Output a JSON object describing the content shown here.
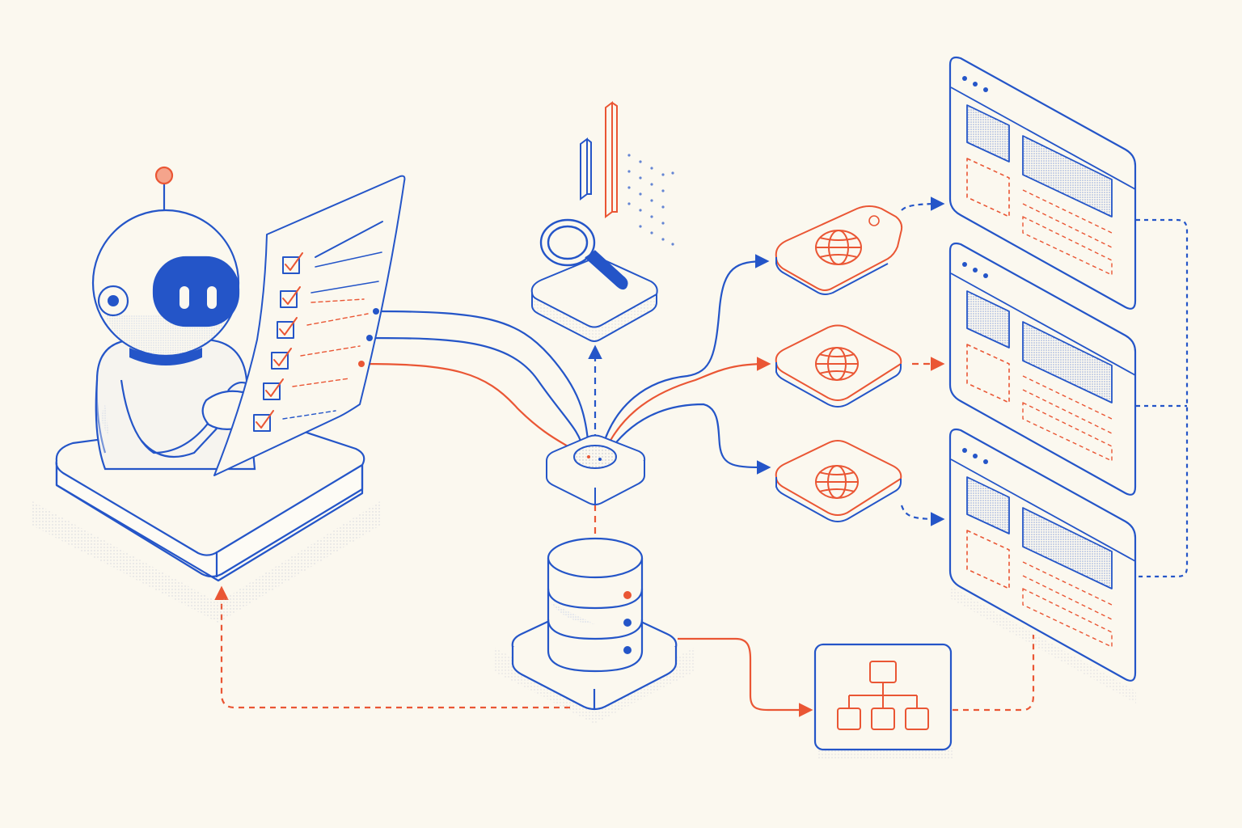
{
  "colors": {
    "background": "#fbf8ef",
    "primary": "#2455c8",
    "accent": "#ea5634",
    "shadow": "#c8c6d6"
  },
  "nodes": [
    {
      "id": "robot-agent",
      "icon": "robot-icon",
      "description_hidden": true
    },
    {
      "id": "checklist",
      "icon": "checklist-icon",
      "items_checked": 6
    },
    {
      "id": "search",
      "icon": "magnifier-icon"
    },
    {
      "id": "bar-chart",
      "icon": "bar-chart-icon"
    },
    {
      "id": "router-hub",
      "icon": "hub-icon"
    },
    {
      "id": "database",
      "icon": "database-icon"
    },
    {
      "id": "web-tag",
      "icon": "globe-tag-icon"
    },
    {
      "id": "web-node-mid",
      "icon": "globe-icon"
    },
    {
      "id": "web-node-low",
      "icon": "globe-icon"
    },
    {
      "id": "sitemap",
      "icon": "sitemap-icon"
    },
    {
      "id": "browser-1",
      "icon": "browser-window-icon"
    },
    {
      "id": "browser-2",
      "icon": "browser-window-icon"
    },
    {
      "id": "browser-3",
      "icon": "browser-window-icon"
    }
  ],
  "connections": [
    {
      "from": "checklist",
      "to": "router-hub",
      "style": "solid",
      "color": "primary"
    },
    {
      "from": "checklist",
      "to": "router-hub",
      "style": "solid",
      "color": "primary"
    },
    {
      "from": "checklist",
      "to": "router-hub",
      "style": "solid",
      "color": "accent"
    },
    {
      "from": "router-hub",
      "to": "search",
      "style": "dashed",
      "color": "primary"
    },
    {
      "from": "database",
      "to": "router-hub",
      "style": "dashed",
      "color": "accent"
    },
    {
      "from": "router-hub",
      "to": "web-tag",
      "style": "solid",
      "color": "primary"
    },
    {
      "from": "router-hub",
      "to": "web-node-mid",
      "style": "solid",
      "color": "accent"
    },
    {
      "from": "router-hub",
      "to": "web-node-low",
      "style": "solid",
      "color": "primary"
    },
    {
      "from": "web-tag",
      "to": "browser-1",
      "style": "dashed",
      "color": "primary"
    },
    {
      "from": "web-node-mid",
      "to": "browser-2",
      "style": "solid",
      "color": "accent"
    },
    {
      "from": "web-node-low",
      "to": "browser-3",
      "style": "dashed",
      "color": "primary"
    },
    {
      "from": "database",
      "to": "sitemap",
      "style": "solid",
      "color": "accent"
    },
    {
      "from": "sitemap",
      "to": "browser-3",
      "style": "dashed",
      "color": "accent"
    },
    {
      "from": "database",
      "to": "robot-agent",
      "style": "dashed",
      "color": "accent"
    },
    {
      "from": "browser-1",
      "to": "browser-3",
      "style": "dashed",
      "color": "primary"
    }
  ]
}
